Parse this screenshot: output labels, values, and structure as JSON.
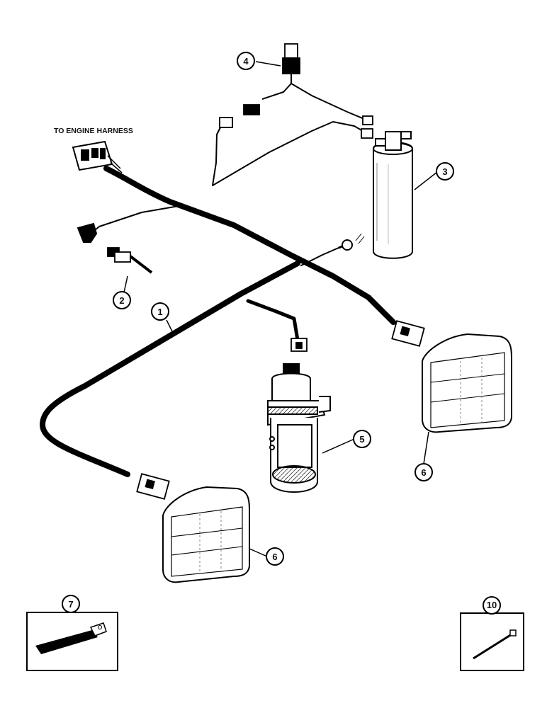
{
  "diagram": {
    "harness_label": "TO ENGINE HARNESS",
    "callouts": {
      "c1": "1",
      "c2": "2",
      "c3": "3",
      "c4": "4",
      "c5": "5",
      "c6a": "6",
      "c6b": "6",
      "c7": "7",
      "c10": "10"
    }
  }
}
